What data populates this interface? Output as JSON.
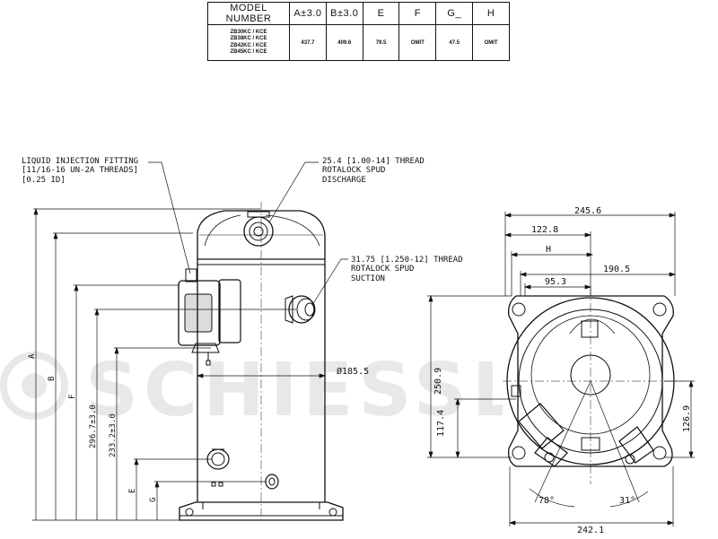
{
  "table": {
    "headers": [
      "MODEL NUMBER",
      "A±3.0",
      "B±3.0",
      "E",
      "F",
      "G_",
      "H"
    ],
    "models": [
      "ZB30KC / KCE",
      "ZB38KC / KCE",
      "ZB42KC / KCE",
      "ZB45KC / KCE"
    ],
    "values": [
      "437.7",
      "409.6",
      "79.5",
      "OMIT",
      "47.5",
      "OMIT"
    ]
  },
  "annotations": {
    "liquid_line1": "LIQUID INJECTION FITTING",
    "liquid_line2": "[11/16-16 UN-2A THREADS]",
    "liquid_line3": "[0.25 ID]",
    "discharge_line1": "25.4 [1.00-14] THREAD",
    "discharge_line2": "ROTALOCK SPUD",
    "discharge_line3": "DISCHARGE",
    "suction_line1": "31.75 [1.250-12] THREAD",
    "suction_line2": "ROTALOCK SPUD",
    "suction_line3": "SUCTION"
  },
  "side_dims": {
    "a": "A",
    "b": "B",
    "f": "F",
    "e": "E",
    "g": "G",
    "d1": "296.7±3.0",
    "d2": "233.2±3.0",
    "diameter": "Ø185.5"
  },
  "plan_dims": {
    "w_total": "245.6",
    "w_left": "122.8",
    "h": "H",
    "w_right": "190.5",
    "w_inner": "95.3",
    "v_left": "250.9",
    "v_left2": "117.4",
    "v_right": "126.9",
    "ang1": "78°",
    "ang2": "31°",
    "w_bottom": "242.1"
  },
  "watermark": "SCHIESSL"
}
